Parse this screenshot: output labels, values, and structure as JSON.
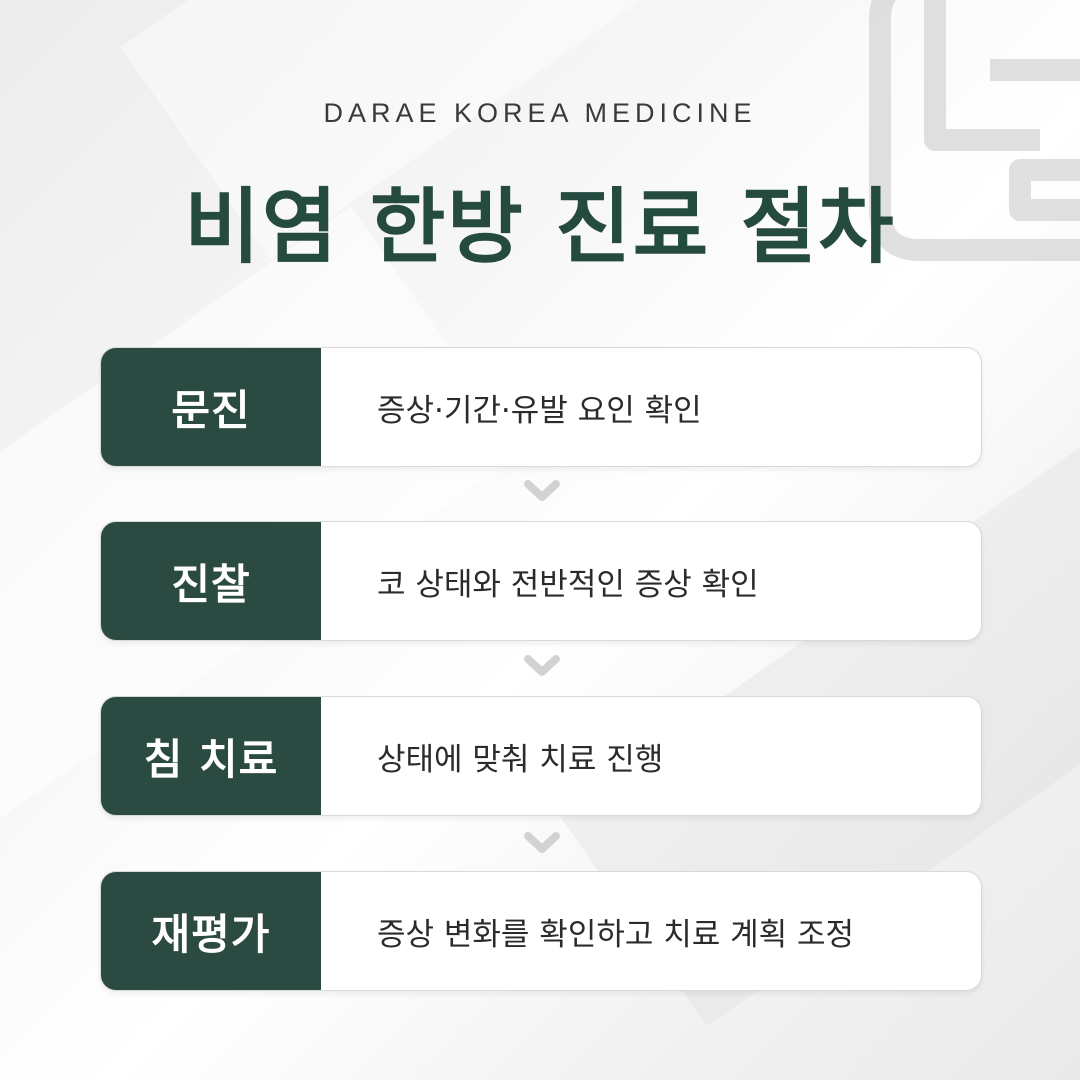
{
  "header": {
    "subtitle": "DARAE KOREA MEDICINE",
    "title": "비염 한방 진료 절차"
  },
  "steps": [
    {
      "label": "문진",
      "description": "증상·기간·유발 요인 확인"
    },
    {
      "label": "진찰",
      "description": "코 상태와 전반적인 증상 확인"
    },
    {
      "label": "침 치료",
      "description": "상태에 맞춰 치료 진행"
    },
    {
      "label": "재평가",
      "description": "증상 변화를 확인하고 치료 계획 조정"
    }
  ],
  "icons": {
    "step_arrow": "chevron-down-icon",
    "watermark": "clinic-logo-watermark"
  },
  "colors": {
    "brand_green": "#2b4a41",
    "title_green": "#254a3f",
    "arrow_gray": "#d2d2d2"
  }
}
